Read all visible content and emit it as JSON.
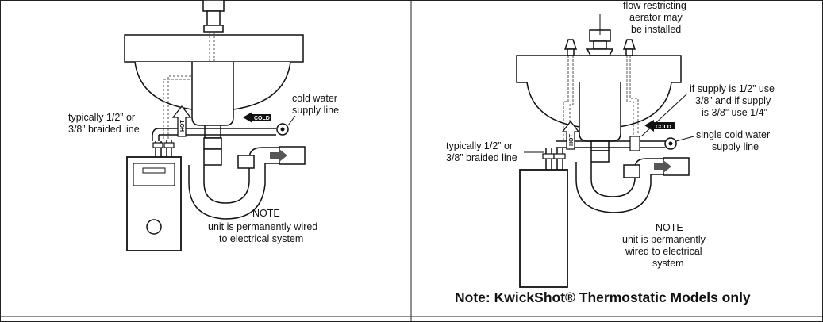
{
  "left_panel": {
    "label_braided_line": [
      "typically 1/2” or",
      "3/8” braided line"
    ],
    "label_supply_line": [
      "cold water",
      "supply line"
    ],
    "tag_hot": "HOT",
    "tag_cold": "COLD",
    "note_title": "NOTE",
    "note_body": [
      "unit is permanently wired",
      "to electrical system"
    ]
  },
  "right_panel": {
    "label_aerator": [
      "flow restricting",
      "aerator may",
      "be installed"
    ],
    "label_supply_size": [
      "if supply is 1/2” use",
      "3/8” and if supply",
      "is 3/8” use 1/4”"
    ],
    "label_supply_line": [
      "single cold water",
      "supply line"
    ],
    "label_braided_line": [
      "typically 1/2” or",
      "3/8” braided line"
    ],
    "tag_hot": "HOT",
    "tag_cold": "COLD",
    "note_title": "NOTE",
    "note_body": [
      "unit is permanently",
      "wired to electrical",
      "system"
    ],
    "footer_note": "Note: KwickShot® Thermostatic Models only"
  },
  "colors": {
    "ink": "#111111",
    "fill": "#ffffff",
    "frame": "#222222",
    "pipe_dash": "#555555"
  }
}
